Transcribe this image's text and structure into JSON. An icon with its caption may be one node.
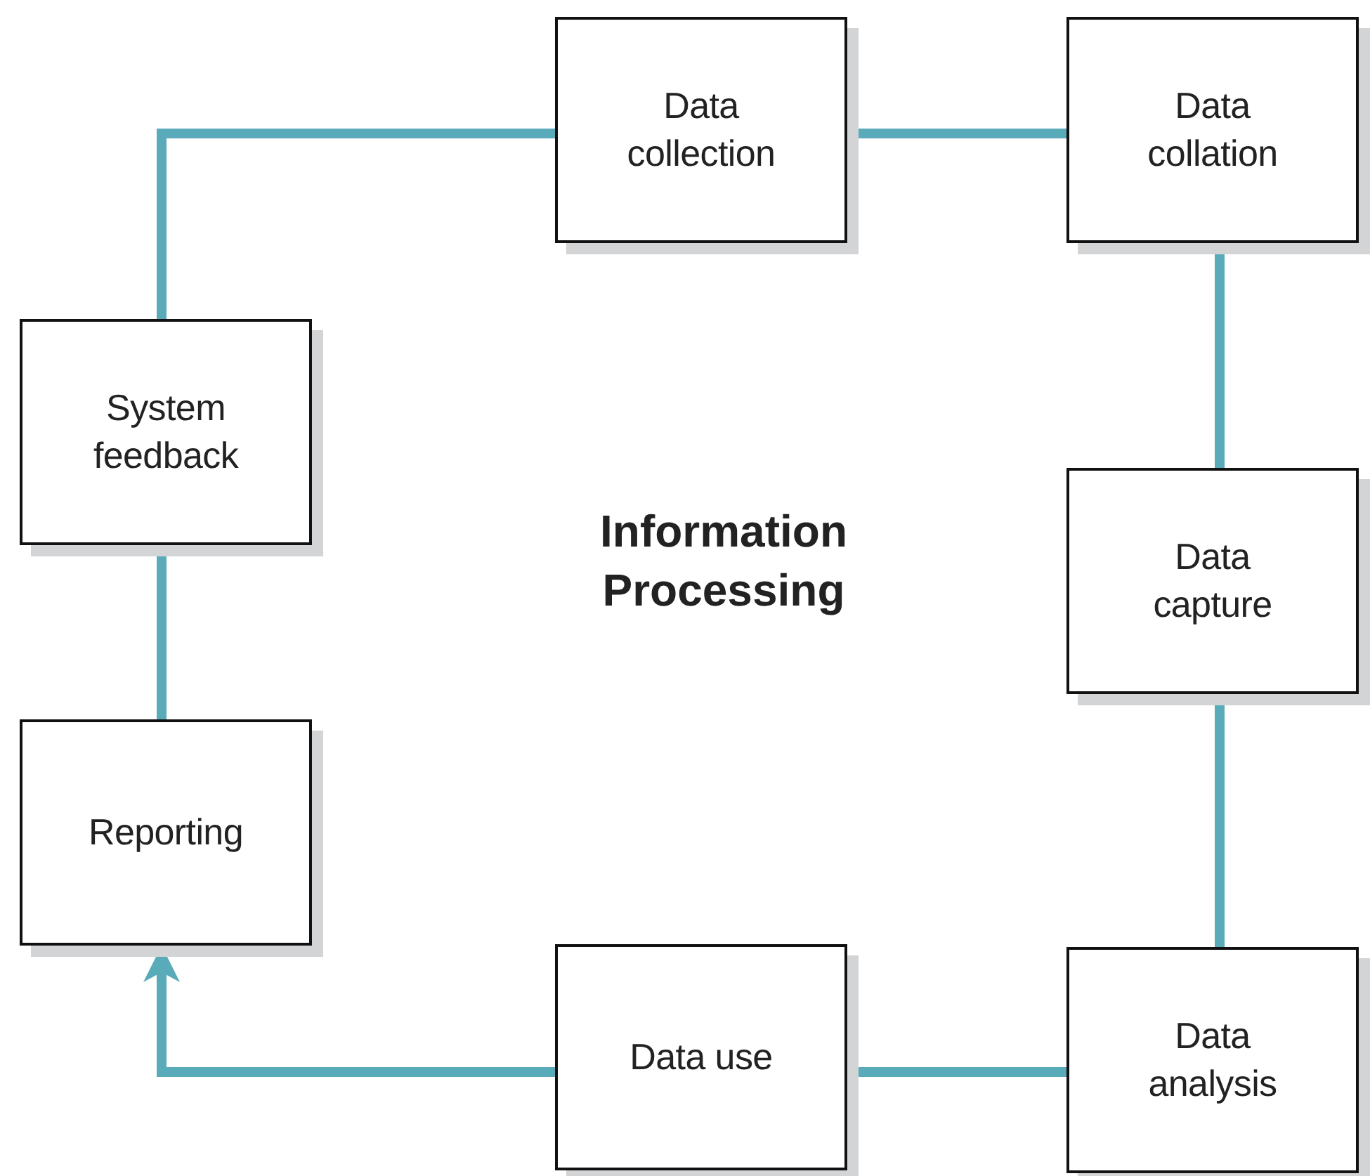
{
  "diagram": {
    "title": "Information Processing",
    "nodes": [
      {
        "text": [
          "Data collection"
        ]
      },
      {
        "text": [
          "Data collation"
        ]
      },
      {
        "text": [
          "Data capture"
        ]
      },
      {
        "text": [
          "Data analysis"
        ]
      },
      {
        "text": [
          "Data use"
        ]
      },
      {
        "text": [
          "Reporting"
        ]
      },
      {
        "text": [
          "System feedback"
        ]
      }
    ],
    "edges": [
      {
        "from": 0,
        "to": 1,
        "arrow": "none"
      },
      {
        "from": 1,
        "to": 2,
        "arrow": "none"
      },
      {
        "from": 2,
        "to": 3,
        "arrow": "none"
      },
      {
        "from": 3,
        "to": 4,
        "arrow": "none"
      },
      {
        "from": 4,
        "to": 5,
        "arrow": "to"
      },
      {
        "from": 5,
        "to": 6,
        "arrow": "none"
      },
      {
        "from": 6,
        "to": 0,
        "arrow": "none"
      }
    ]
  }
}
